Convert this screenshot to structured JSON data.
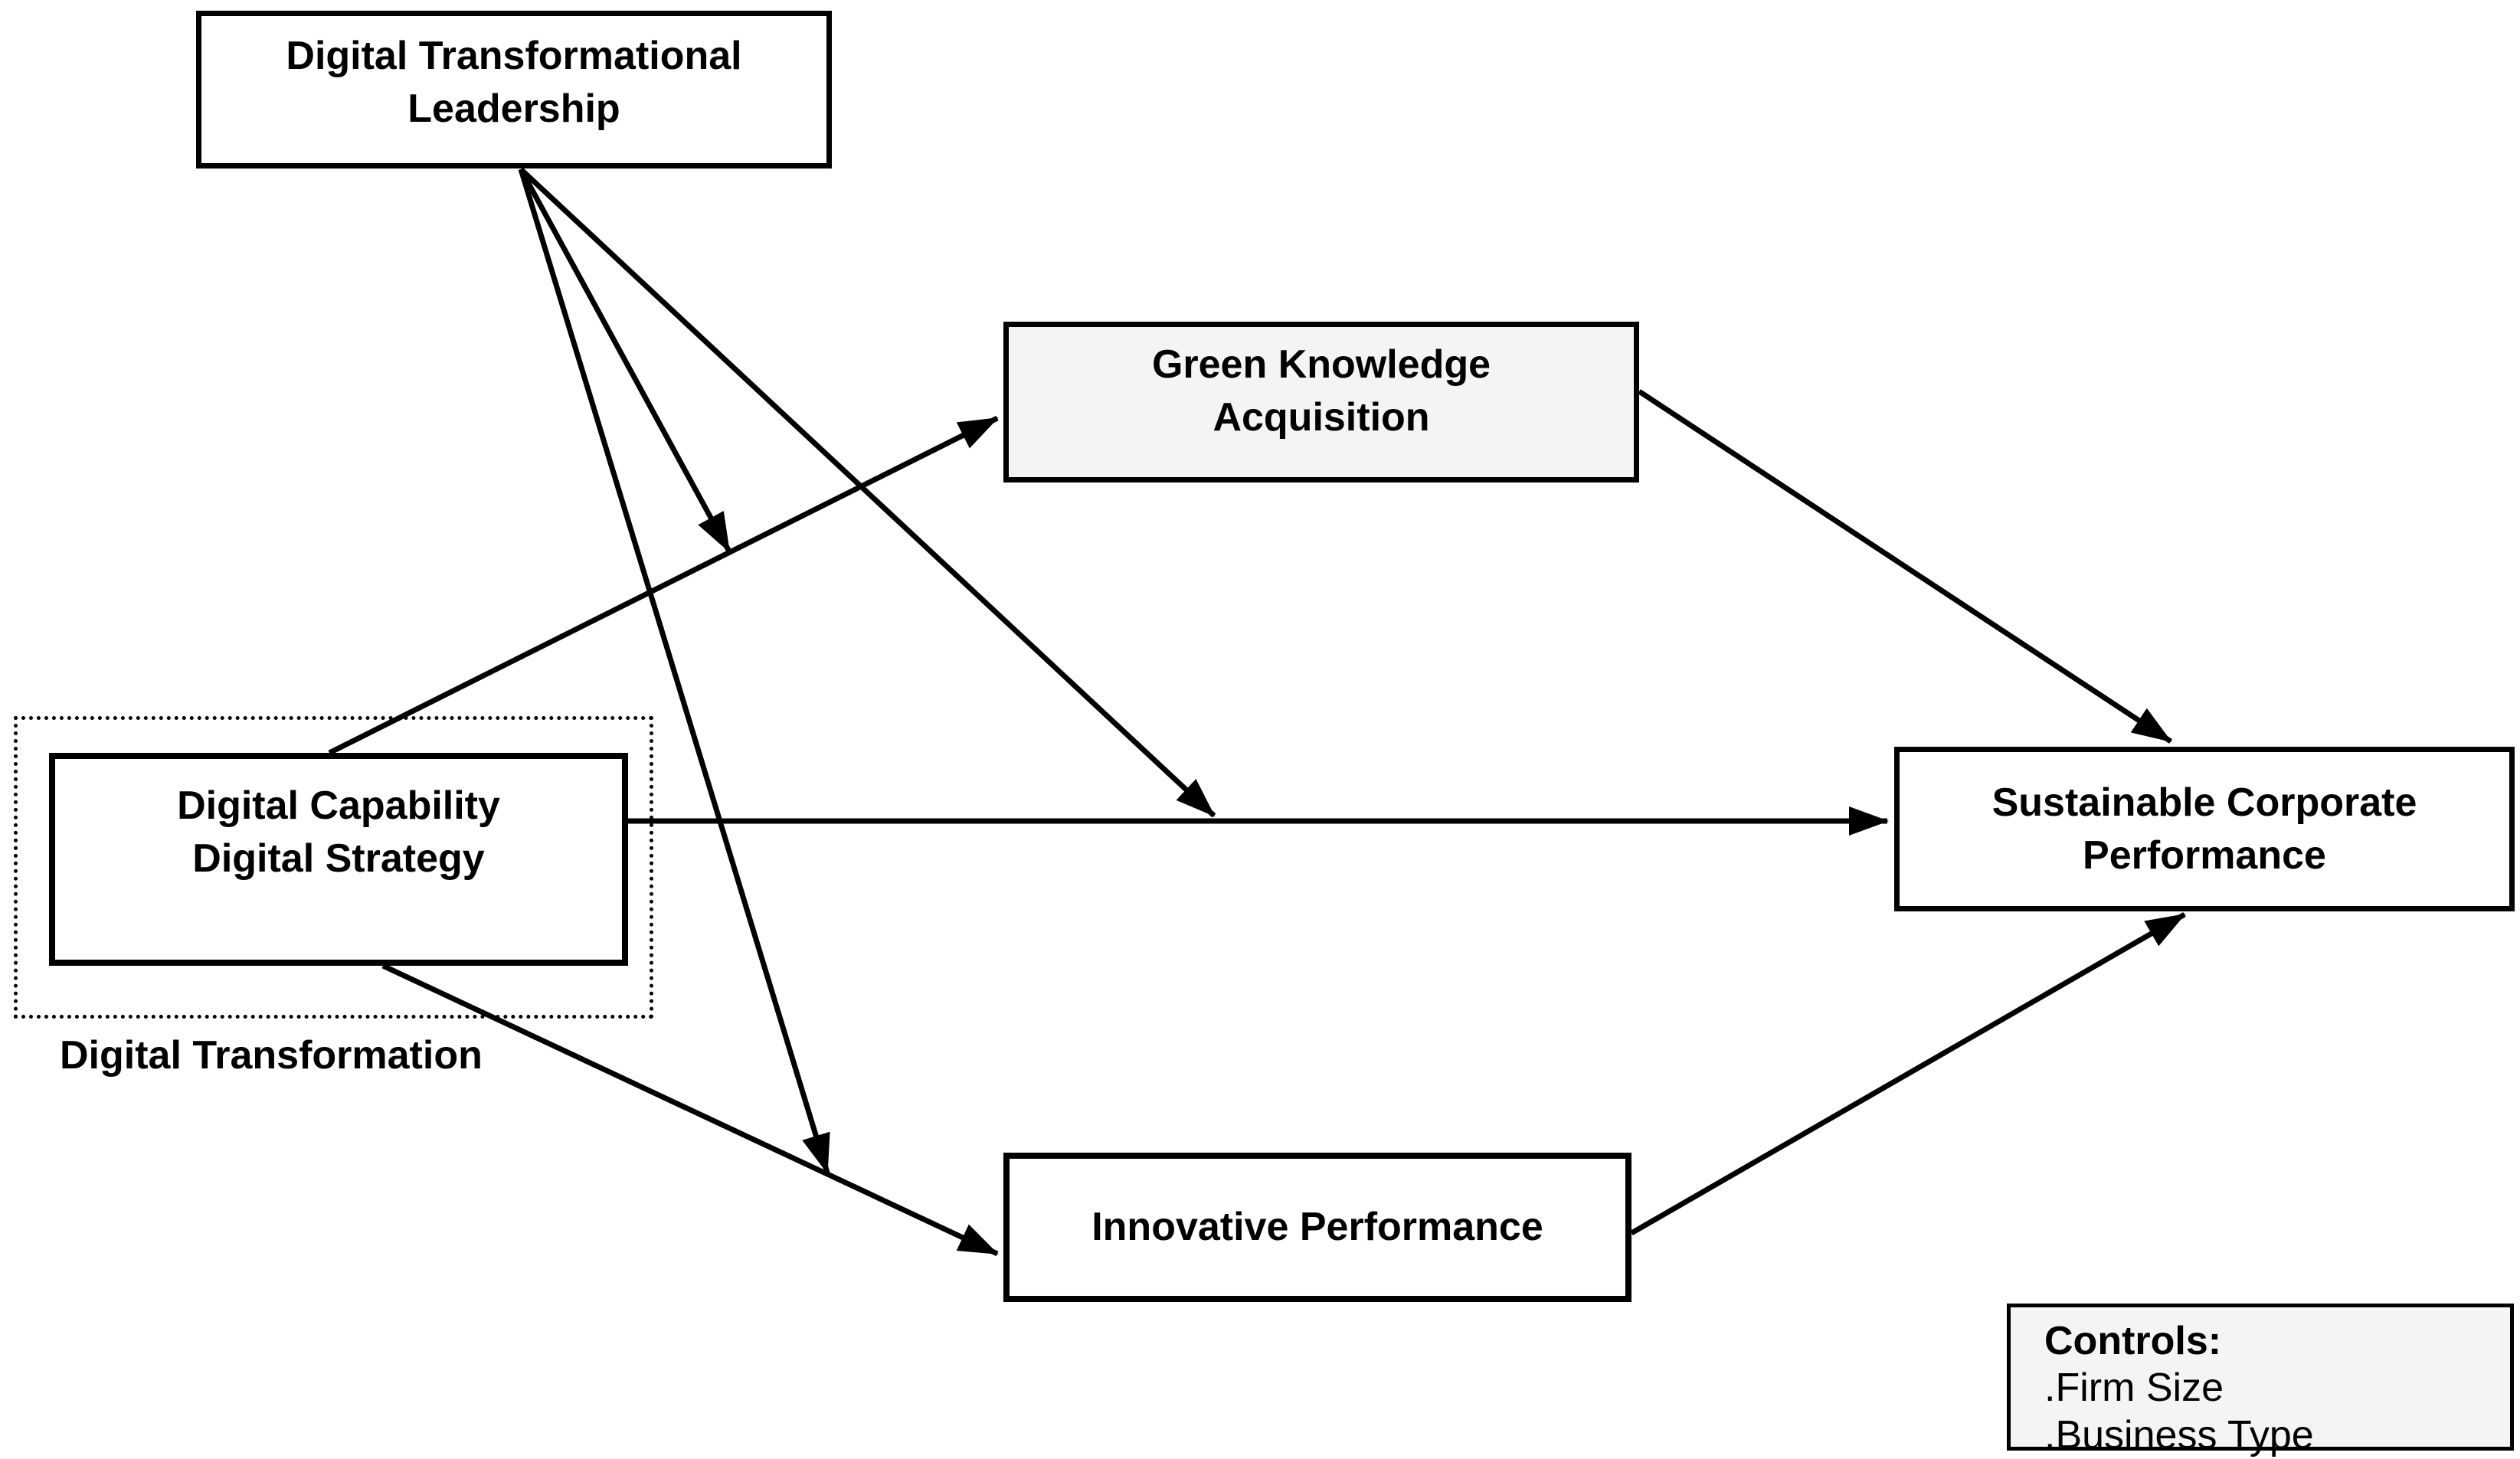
{
  "diagram": {
    "title_implicit": "Conceptual research model",
    "nodes": {
      "dtl": {
        "lines": [
          "Digital Transformational",
          "Leadership"
        ]
      },
      "gka": {
        "lines": [
          "Green Knowledge",
          "Acquisition"
        ]
      },
      "dc": {
        "lines": [
          "Digital Capability",
          "Digital Strategy"
        ]
      },
      "dt_group_label": "Digital Transformation",
      "scp": {
        "lines": [
          "Sustainable Corporate",
          "Performance"
        ]
      },
      "ip": {
        "lines": [
          "Innovative Performance"
        ]
      },
      "controls": {
        "title": "Controls:",
        "items": [
          ".Firm Size",
          ".Business Type"
        ]
      }
    },
    "edges": [
      {
        "from": "Digital Capability / Digital Strategy",
        "to": "Green Knowledge Acquisition",
        "type": "direct"
      },
      {
        "from": "Digital Capability / Digital Strategy",
        "to": "Sustainable Corporate Performance",
        "type": "direct"
      },
      {
        "from": "Digital Capability / Digital Strategy",
        "to": "Innovative Performance",
        "type": "direct"
      },
      {
        "from": "Green Knowledge Acquisition",
        "to": "Sustainable Corporate Performance",
        "type": "direct"
      },
      {
        "from": "Innovative Performance",
        "to": "Sustainable Corporate Performance",
        "type": "direct"
      },
      {
        "from": "Digital Transformational Leadership",
        "to": "path: Digital Capability → Green Knowledge Acquisition",
        "type": "moderation"
      },
      {
        "from": "Digital Transformational Leadership",
        "to": "path: Digital Capability → Sustainable Corporate Performance",
        "type": "moderation"
      },
      {
        "from": "Digital Transformational Leadership",
        "to": "path: Digital Capability → Innovative Performance",
        "type": "moderation"
      }
    ],
    "colors": {
      "line": "#000000",
      "text": "#000000",
      "box_fill": "#ffffff",
      "shaded_box_fill": "#f5f3f3",
      "background": "#ffffff"
    }
  }
}
